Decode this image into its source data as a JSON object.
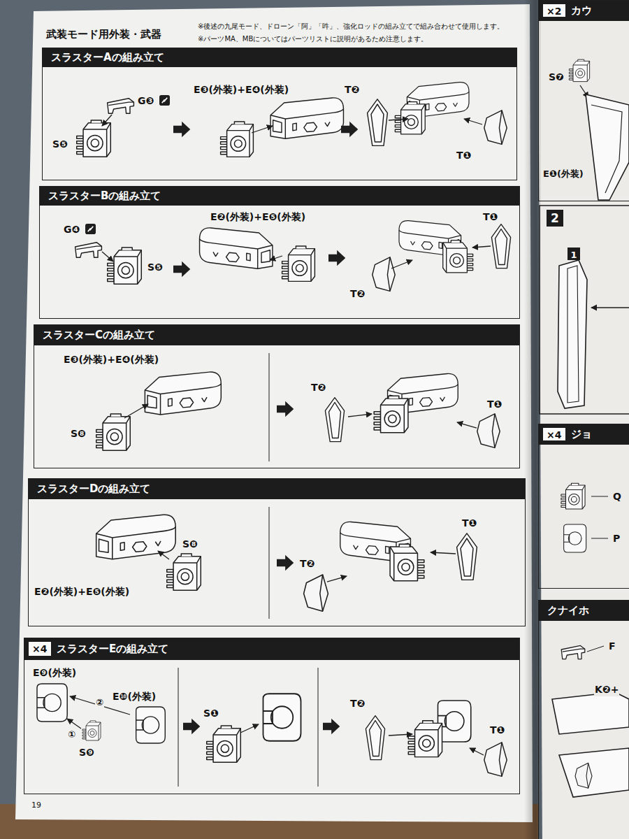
{
  "diagram": {
    "title": "武装モード用外装・武器",
    "nodes": [
      {
        "text": [
          "スラスターAの組み立て"
        ]
      },
      {
        "text": [
          "スラスターBの組み立て"
        ]
      },
      {
        "text": [
          "スラスターCの組み立て"
        ]
      },
      {
        "text": [
          "スラスターDの組み立て"
        ]
      },
      {
        "text": [
          "スラスターEの組み立て"
        ]
      },
      {
        "text": [
          "×4"
        ],
        "in": 4
      },
      {
        "text": [
          "カウ"
        ]
      },
      {
        "text": [
          "×2"
        ],
        "in": 6
      },
      {
        "text": [
          "2"
        ]
      },
      {
        "text": [
          "1"
        ]
      },
      {
        "text": [
          "ジョ"
        ]
      },
      {
        "text": [
          "×4"
        ],
        "in": 10
      },
      {
        "text": [
          "クナイホ"
        ]
      }
    ],
    "labels": [
      "※後述の九尾モード、ドローン「阿」「吽」、強化ロッドの組み立てで組み合わせて使用します。",
      "※パーツMA、MBについてはパーツリストに説明があるため注意します。",
      "G❸",
      "S❺",
      "E❸(外装)+E❹(外装)",
      "T❷",
      "T❶",
      "G❹",
      "S❺",
      "E❷(外装)+E❺(外装)",
      "T❶",
      "T❷",
      "E❸(外装)+E❹(外装)",
      "S❽",
      "T❷",
      "T❶",
      "S❽",
      "E❷(外装)+E❺(外装)",
      "T❷",
      "T❶",
      "E❾(外装)",
      "②",
      "E❿(外装)",
      "①",
      "S❾",
      "S❶",
      "T❷",
      "T❶",
      "19",
      "S❼",
      "E❶(外装)",
      "Q",
      "P",
      "F",
      "K❷+"
    ]
  }
}
